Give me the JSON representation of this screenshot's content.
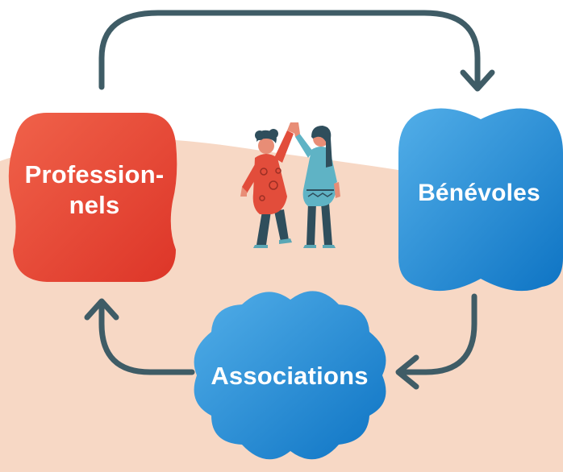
{
  "nodes": {
    "professionnels": {
      "line1": "Profession-",
      "line2": "nels"
    },
    "benevoles": {
      "label": "Bénévoles"
    },
    "associations": {
      "label": "Associations"
    }
  },
  "colors": {
    "background_blob": "#f7d7c4",
    "red_shape": "#e84a36",
    "blue_shape": "#1a86d0",
    "arrows": "#3e5b66"
  },
  "illustration": {
    "icon": "two-people-high-five-illustration"
  }
}
